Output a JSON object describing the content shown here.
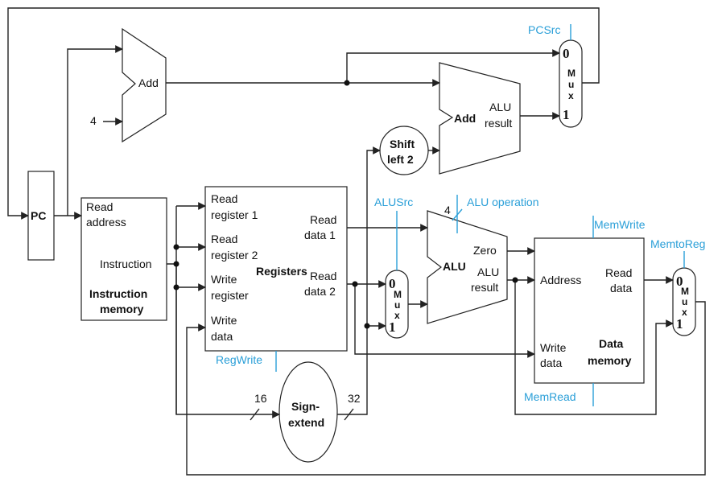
{
  "pc": {
    "label": "PC"
  },
  "adders": {
    "pc_add": "Add",
    "four": "4",
    "branch_add": "Add",
    "branch_result_1": "ALU",
    "branch_result_2": "result"
  },
  "shift": {
    "line1": "Shift",
    "line2": "left 2"
  },
  "pc_mux": {
    "zero": "0",
    "m": "M",
    "u": "u",
    "x": "x",
    "one": "1"
  },
  "alu_mux": {
    "zero": "0",
    "m": "M",
    "u": "u",
    "x": "x",
    "one": "1"
  },
  "mem_mux": {
    "zero": "0",
    "m": "M",
    "u": "u",
    "x": "x",
    "one": "1"
  },
  "instruction_memory": {
    "read_1": "Read",
    "read_2": "address",
    "instruction": "Instruction",
    "title_1": "Instruction",
    "title_2": "memory"
  },
  "registers": {
    "read_reg1_a": "Read",
    "read_reg1_b": "register 1",
    "read_reg2_a": "Read",
    "read_reg2_b": "register 2",
    "write_reg_a": "Write",
    "write_reg_b": "register",
    "write_data_a": "Write",
    "write_data_b": "data",
    "title": "Registers",
    "read_data1_a": "Read",
    "read_data1_b": "data 1",
    "read_data2_a": "Read",
    "read_data2_b": "data 2"
  },
  "sign_extend": {
    "line1": "Sign-",
    "line2": "extend",
    "in_bits": "16",
    "out_bits": "32"
  },
  "alu": {
    "label": "ALU",
    "zero": "Zero",
    "result_1": "ALU",
    "result_2": "result",
    "op_bits": "4"
  },
  "data_memory": {
    "address": "Address",
    "read_1": "Read",
    "read_2": "data",
    "write_1": "Write",
    "write_2": "data",
    "title_1": "Data",
    "title_2": "memory"
  },
  "control": {
    "pcsrc": "PCSrc",
    "alusrc": "ALUSrc",
    "alu_operation": "ALU operation",
    "memwrite": "MemWrite",
    "memtoreg": "MemtoReg",
    "regwrite": "RegWrite",
    "memread": "MemRead"
  },
  "colors": {
    "control": "#2a9fd8",
    "wire": "#222222"
  }
}
